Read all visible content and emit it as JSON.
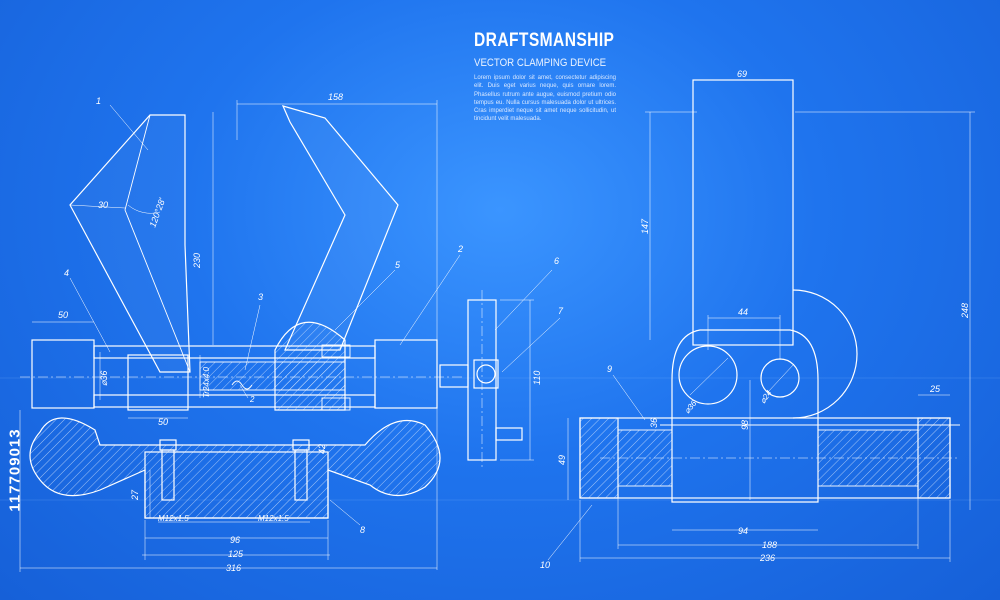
{
  "title": "DRAFTSMANSHIP",
  "subtitle": "VECTOR CLAMPING DEVICE",
  "body_text": "Lorem ipsum dolor sit amet, consectetur adipiscing elit. Duis eget varius neque, quis ornare lorem. Phasellus rutrum ante augue, euismod pretium odio tempus eu. Nulla cursus malesuada dolor ut ultrices. Cras imperdiet neque sit amet neque sollicitudin, ut tincidunt velit malesuada.",
  "stock_id": "117709013",
  "colors": {
    "background": "#1f74ee",
    "line": "#ffffff"
  },
  "front_view": {
    "dimensions": {
      "d158": "158",
      "d230": "230",
      "d50_top": "50",
      "d50_bottom": "50",
      "d30": "30",
      "d120_28": "120°28'",
      "d36": "⌀36",
      "d24x4": "Tr24x4.0",
      "d96": "96",
      "d125": "125",
      "d316": "316",
      "d27": "27",
      "d42": "42",
      "m12_left": "M12x1.5",
      "m12_right": "M12x1.5"
    },
    "callouts": {
      "c1": "1",
      "c2": "2",
      "c2b": "2",
      "c3": "3",
      "c4": "4",
      "c5": "5",
      "c8": "8"
    }
  },
  "side_view": {
    "dimensions": {
      "d110": "110"
    },
    "callouts": {
      "c6": "6",
      "c7": "7"
    }
  },
  "right_view": {
    "dimensions": {
      "d69": "69",
      "d147": "147",
      "d248": "248",
      "d44": "44",
      "d98": "98",
      "d36": "⌀36",
      "d24": "⌀24",
      "d36b": "36",
      "d25": "25",
      "d49": "49",
      "d94": "94",
      "d188": "188",
      "d236": "236"
    },
    "callouts": {
      "c9": "9",
      "c10": "10"
    }
  }
}
